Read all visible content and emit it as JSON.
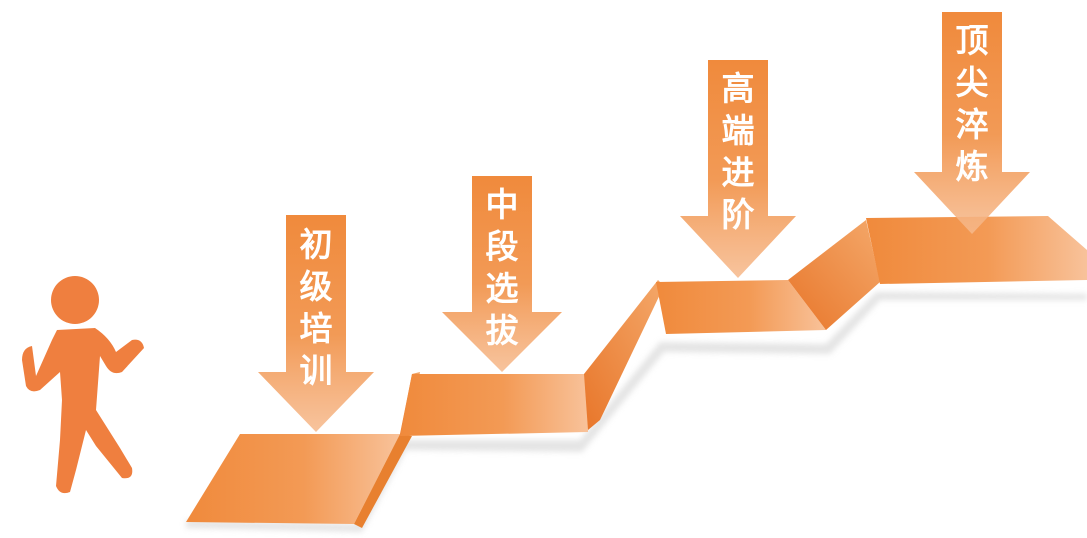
{
  "diagram": {
    "stages": [
      {
        "label_chars": [
          "初",
          "级",
          "培",
          "训"
        ]
      },
      {
        "label_chars": [
          "中",
          "段",
          "选",
          "拔"
        ]
      },
      {
        "label_chars": [
          "高",
          "端",
          "进",
          "阶"
        ]
      },
      {
        "label_chars": [
          "顶",
          "尖",
          "淬",
          "炼"
        ]
      }
    ]
  },
  "figure_icon": "walking-person-icon",
  "colors": {
    "accent": "#f08a3c",
    "accent_light": "#f7b988",
    "figure": "#ef7f3f",
    "shadow": "#d6d6d6"
  }
}
